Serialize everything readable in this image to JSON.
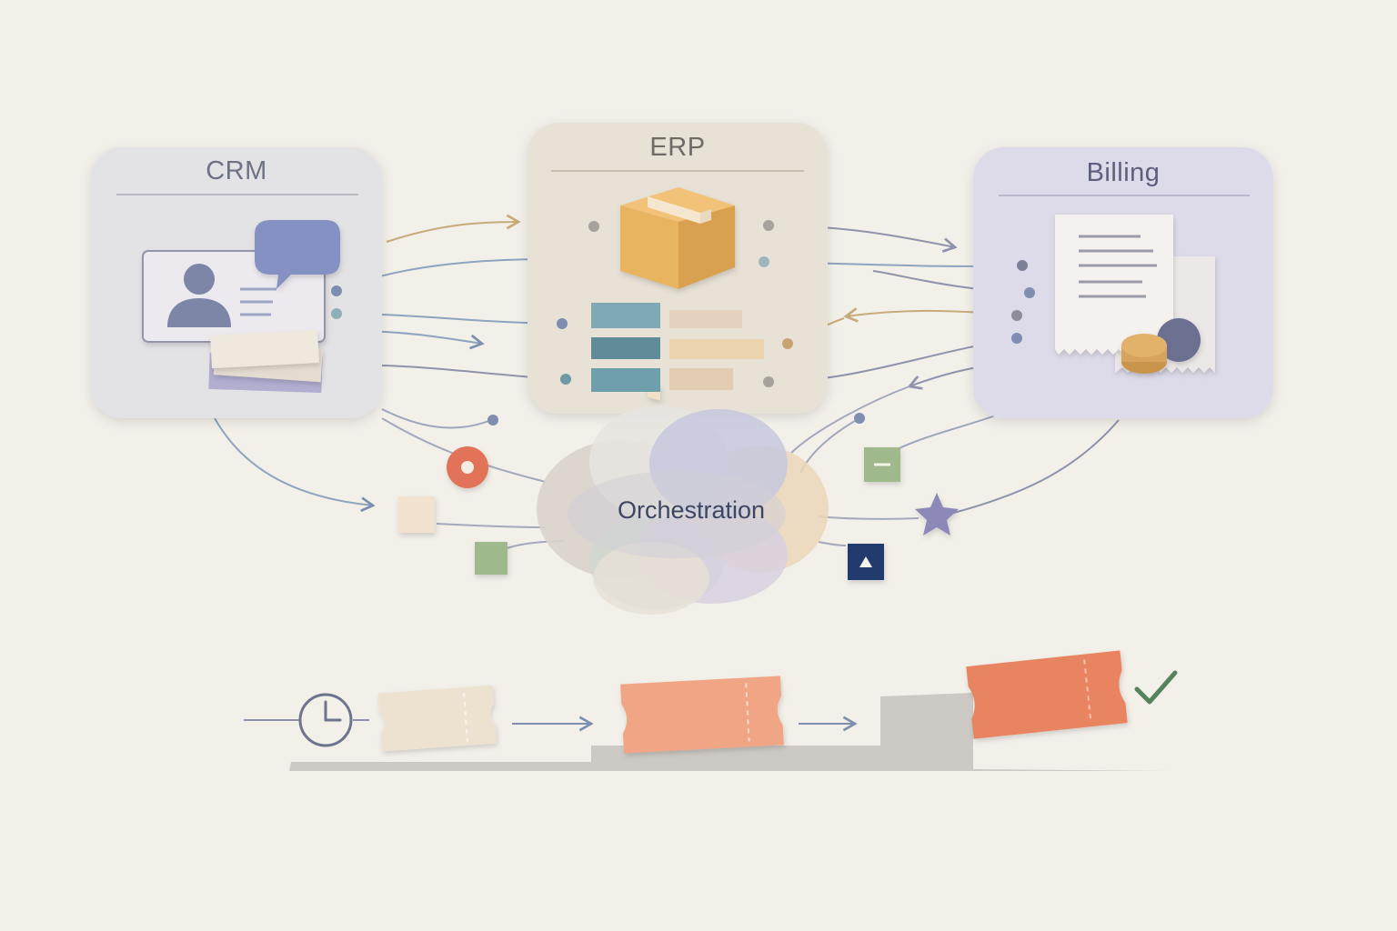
{
  "systems": {
    "crm": {
      "title": "CRM"
    },
    "erp": {
      "title": "ERP"
    },
    "billing": {
      "title": "Billing"
    }
  },
  "hub": {
    "label": "Orchestration"
  },
  "icons": [
    "contact-card-icon",
    "speech-bubble-icon",
    "paper-stack-icon",
    "package-box-icon",
    "data-blocks-icon",
    "invoice-receipt-icon",
    "coin-icon",
    "ring-token-icon",
    "square-token-icon",
    "minus-token-icon",
    "star-token-icon",
    "triangle-token-icon",
    "clock-icon",
    "ticket-icon",
    "check-icon"
  ],
  "colors": {
    "background": "#f3f0ea",
    "crm_panel": "#e3e2e4",
    "erp_panel": "#e7e1d6",
    "billing_panel": "#dddbe9",
    "ticket_pending": "#ede2d0",
    "ticket_in_progress": "#f0a584",
    "ticket_done": "#e98461",
    "check": "#56835e",
    "hub_text": "#3d4660"
  }
}
